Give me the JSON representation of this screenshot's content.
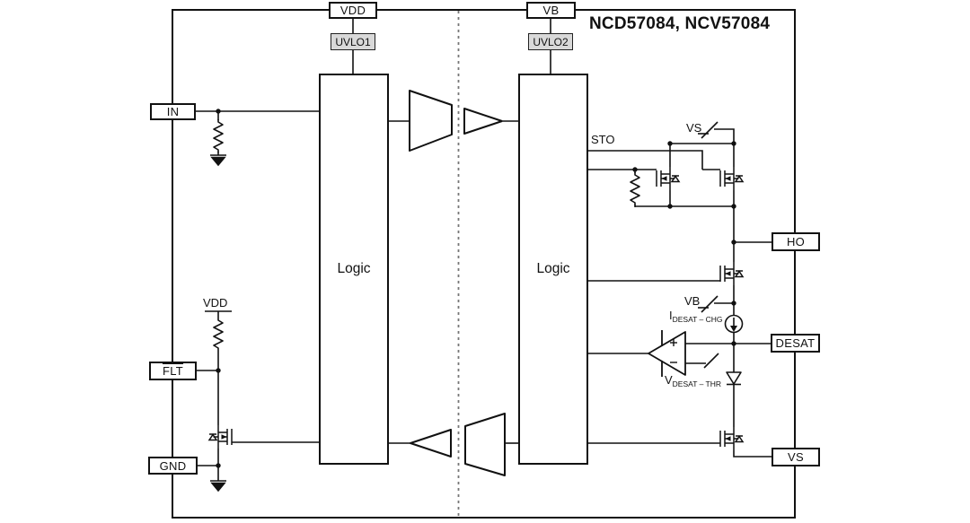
{
  "title": "NCD57084, NCV57084",
  "pins": {
    "vdd": "VDD",
    "vb": "VB",
    "in": "IN",
    "flt": "FLT",
    "gnd": "GND",
    "ho": "HO",
    "desat": "DESAT",
    "vs": "VS"
  },
  "blocks": {
    "uvlo1": "UVLO1",
    "uvlo2": "UVLO2",
    "logic1": "Logic",
    "logic2": "Logic"
  },
  "labels": {
    "sto": "STO",
    "vs_switch": "VS",
    "vb_switch": "VB",
    "vdd_rail": "VDD",
    "i_desat_chg": {
      "main": "I",
      "sub": "DESAT – CHG"
    },
    "v_desat_thr": {
      "main": "V",
      "sub": "DESAT – THR"
    }
  },
  "colors": {
    "line": "#111111",
    "uvlo_fill": "#d9d9d9",
    "dashed_line": "#777777",
    "background": "#ffffff"
  }
}
